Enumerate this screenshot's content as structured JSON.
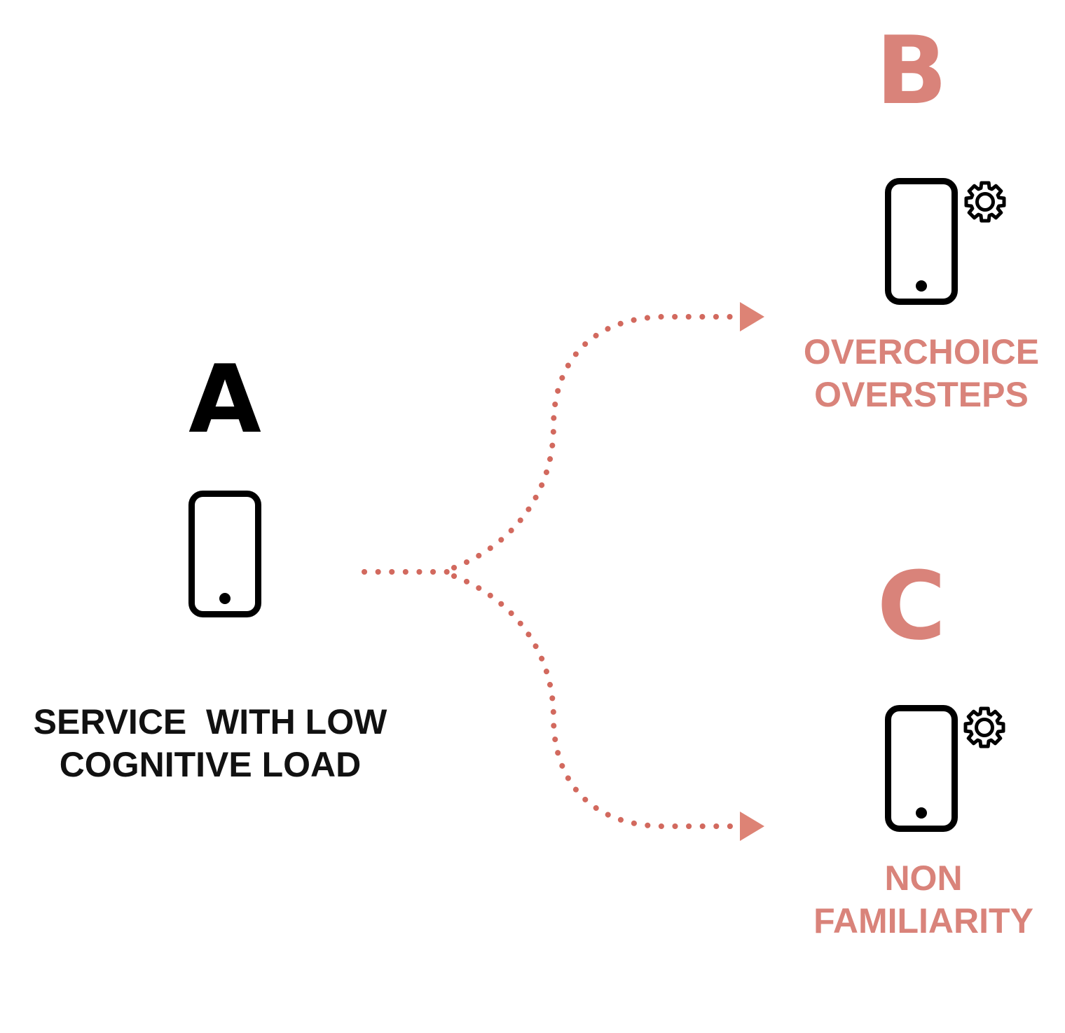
{
  "colors": {
    "bg": "#ffffff",
    "ink": "#000000",
    "accent": "#d9837a",
    "dot": "#d2695e",
    "arrow": "#dd8375"
  },
  "nodes": {
    "a": {
      "letter": "A",
      "label_line1": "SERVICE  WITH LOW",
      "label_line2": "COGNITIVE LOAD"
    },
    "b": {
      "letter": "B",
      "label_line1": "OVERCHOICE",
      "label_line2": "OVERSTEPS"
    },
    "c": {
      "letter": "C",
      "label_line1": "NON",
      "label_line2": "FAMILIARITY"
    }
  },
  "icons": {
    "phone": "phone-icon",
    "gear": "gear-icon"
  },
  "edges": [
    {
      "from": "A",
      "to": "B"
    },
    {
      "from": "A",
      "to": "C"
    }
  ]
}
